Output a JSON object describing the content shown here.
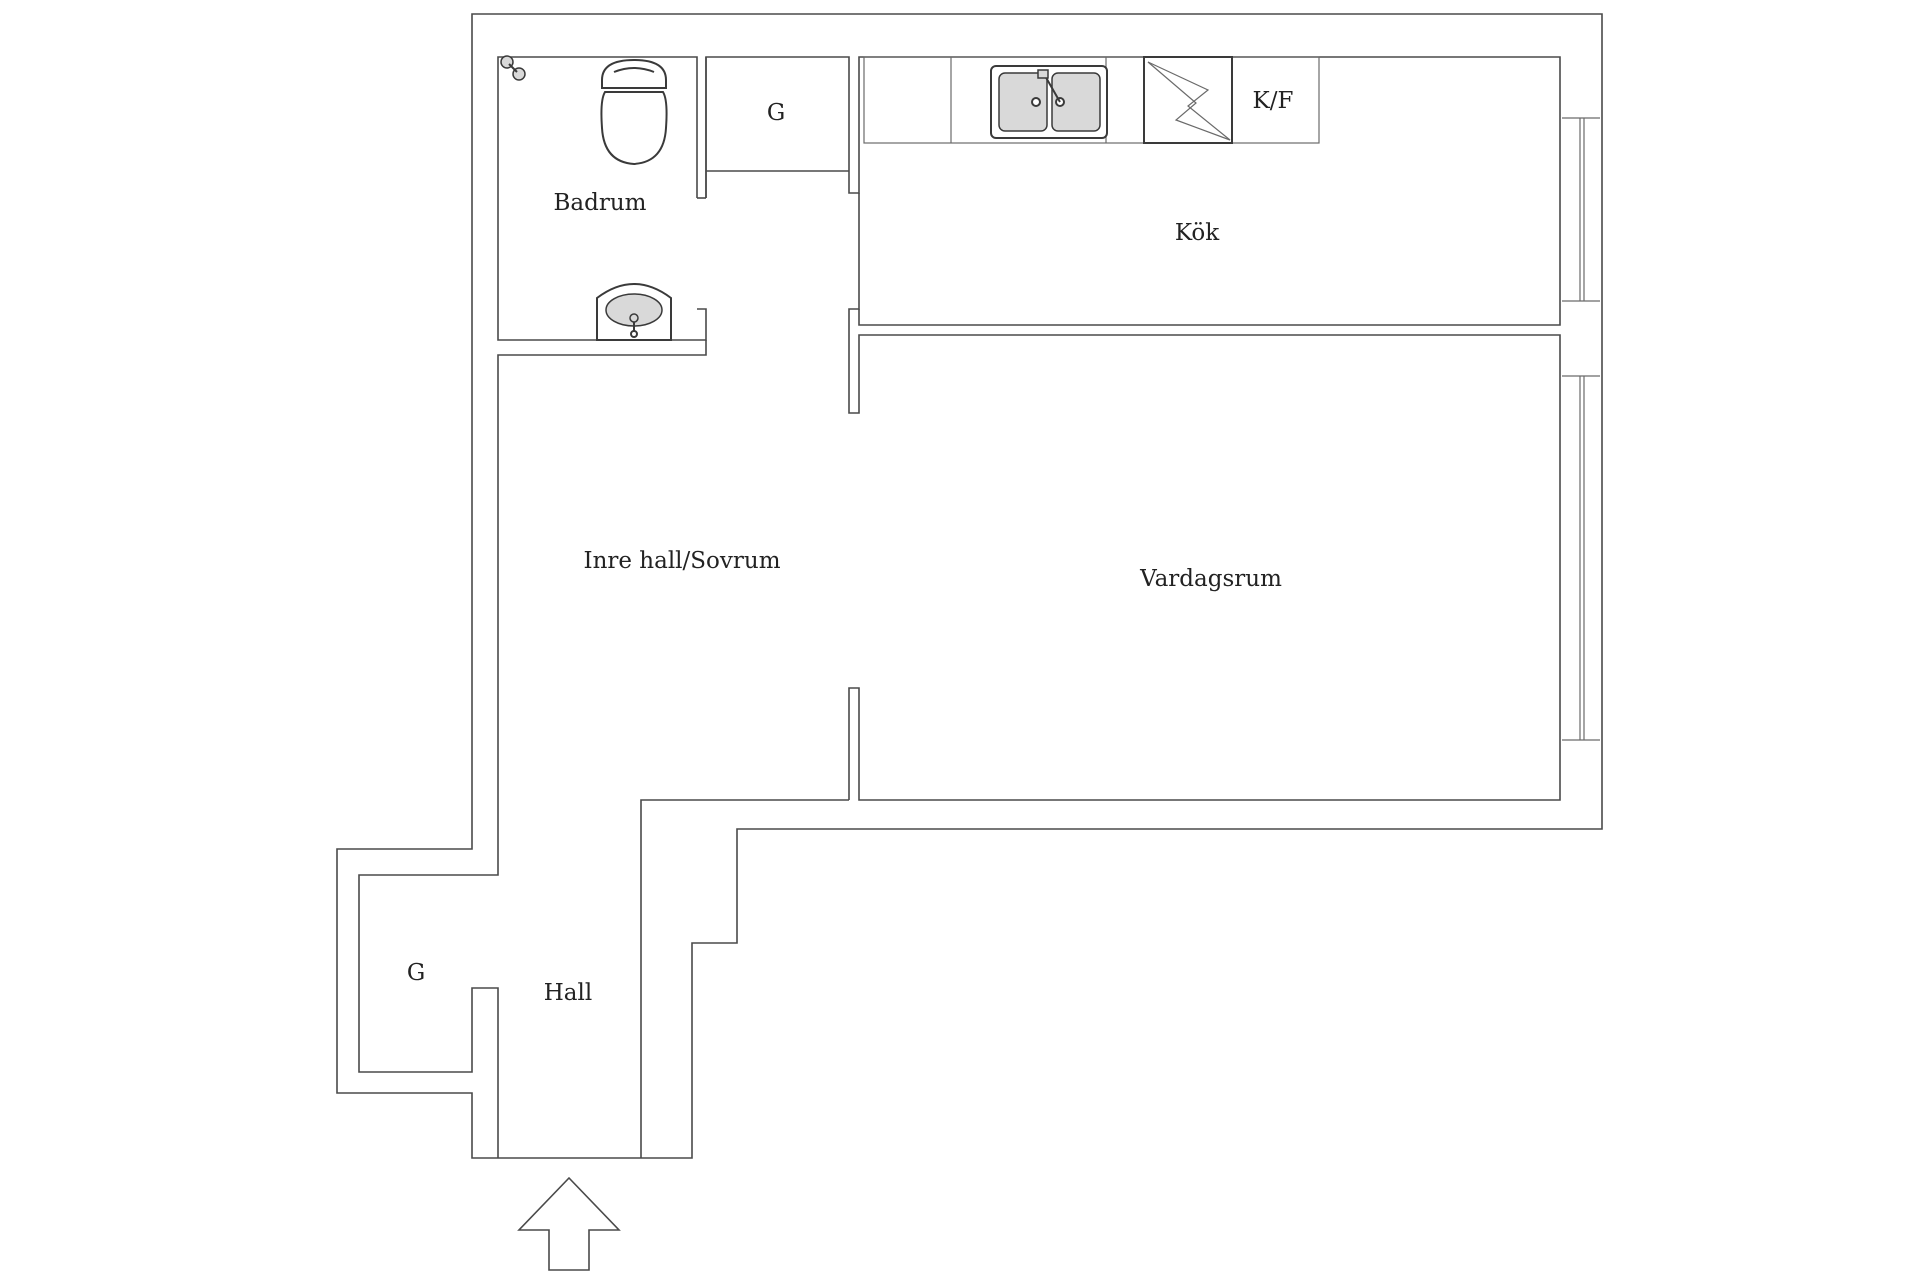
{
  "rooms": {
    "bathroom": "Badrum",
    "closet_top": "G",
    "kitchen": "Kök",
    "fridge_freezer": "K/F",
    "inner_hall_bedroom": "Inre hall/Sovrum",
    "living_room": "Vardagsrum",
    "closet_entry": "G",
    "hall": "Hall"
  }
}
